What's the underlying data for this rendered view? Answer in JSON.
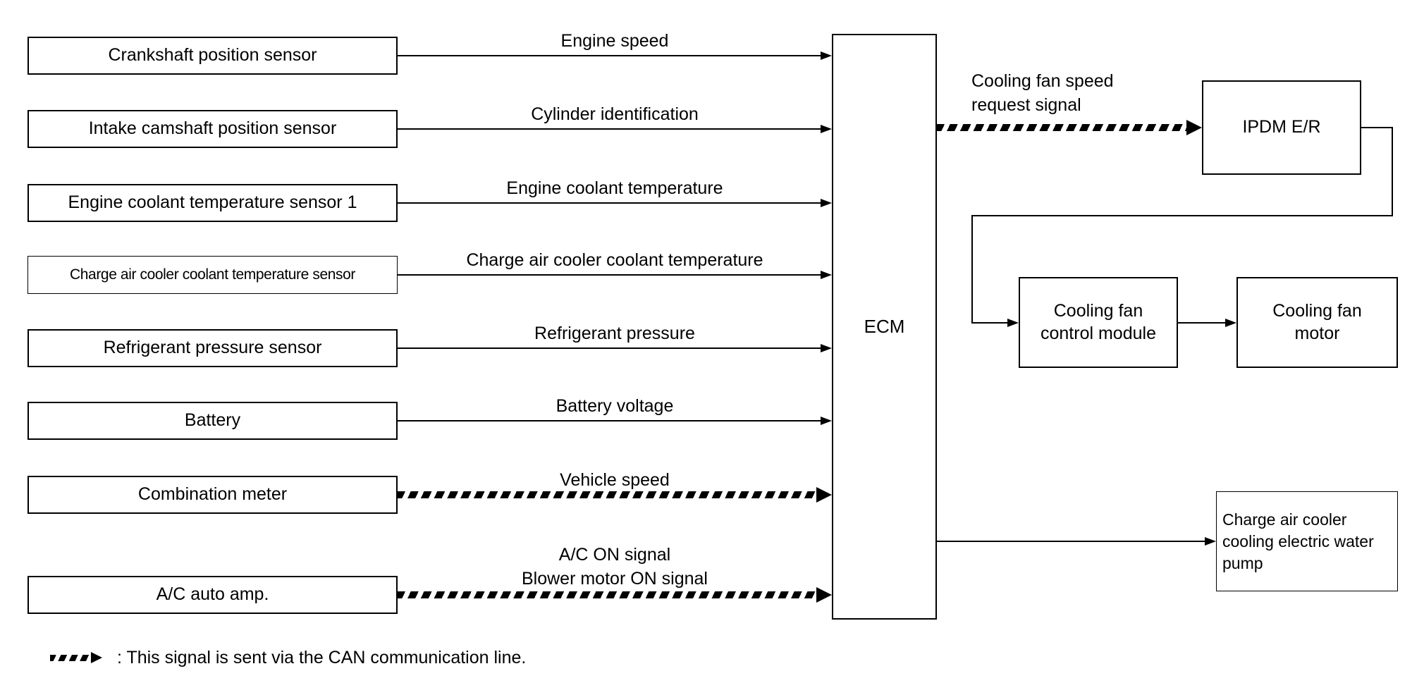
{
  "diagram": {
    "ecm": {
      "label": "ECM"
    },
    "inputs": [
      {
        "source": "Crankshaft position sensor",
        "signal": "Engine speed",
        "can": false
      },
      {
        "source": "Intake camshaft position sensor",
        "signal": "Cylinder identification",
        "can": false
      },
      {
        "source": "Engine coolant temperature sensor 1",
        "signal": "Engine coolant temperature",
        "can": false
      },
      {
        "source": "Charge air cooler coolant temperature sensor",
        "signal": "Charge air cooler coolant temperature",
        "can": false
      },
      {
        "source": "Refrigerant pressure sensor",
        "signal": "Refrigerant pressure",
        "can": false
      },
      {
        "source": "Battery",
        "signal": "Battery voltage",
        "can": false
      },
      {
        "source": "Combination meter",
        "signal": "Vehicle speed",
        "can": true
      },
      {
        "source": "A/C auto amp.",
        "signal": "A/C ON signal\nBlower motor ON signal",
        "can": true
      }
    ],
    "outputs": {
      "fan_request_label": "Cooling fan speed\nrequest signal",
      "ipdm_label": "IPDM E/R",
      "fan_control_label": "Cooling fan\ncontrol module",
      "fan_motor_label": "Cooling fan\nmotor",
      "water_pump_label": "Charge air cooler\ncooling electric water\npump"
    },
    "legend": {
      "text": ": This signal is sent via the CAN communication line."
    }
  }
}
